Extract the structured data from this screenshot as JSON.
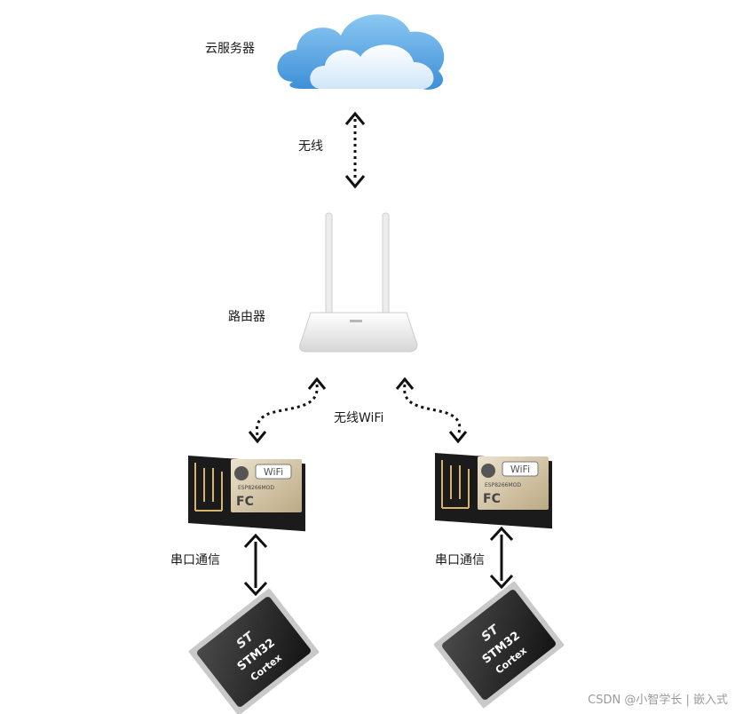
{
  "labels": {
    "cloud": "云服务器",
    "wireless": "无线",
    "router": "路由器",
    "wifi": "无线WiFi",
    "serial_left": "串口通信",
    "serial_right": "串口通信"
  },
  "module": {
    "wifi_badge": "WiFi",
    "model": "ESP8266MOD",
    "cert_text": "FC"
  },
  "chip": {
    "brand": "ST",
    "series": "STM32",
    "core": "Cortex"
  },
  "watermark": "CSDN @小智学长 | 嵌入式",
  "colors": {
    "cloud_blue": "#5aa8e6",
    "arrow": "#111111",
    "pcb": "#1b1b1b",
    "shield": "#d9cbb0"
  }
}
